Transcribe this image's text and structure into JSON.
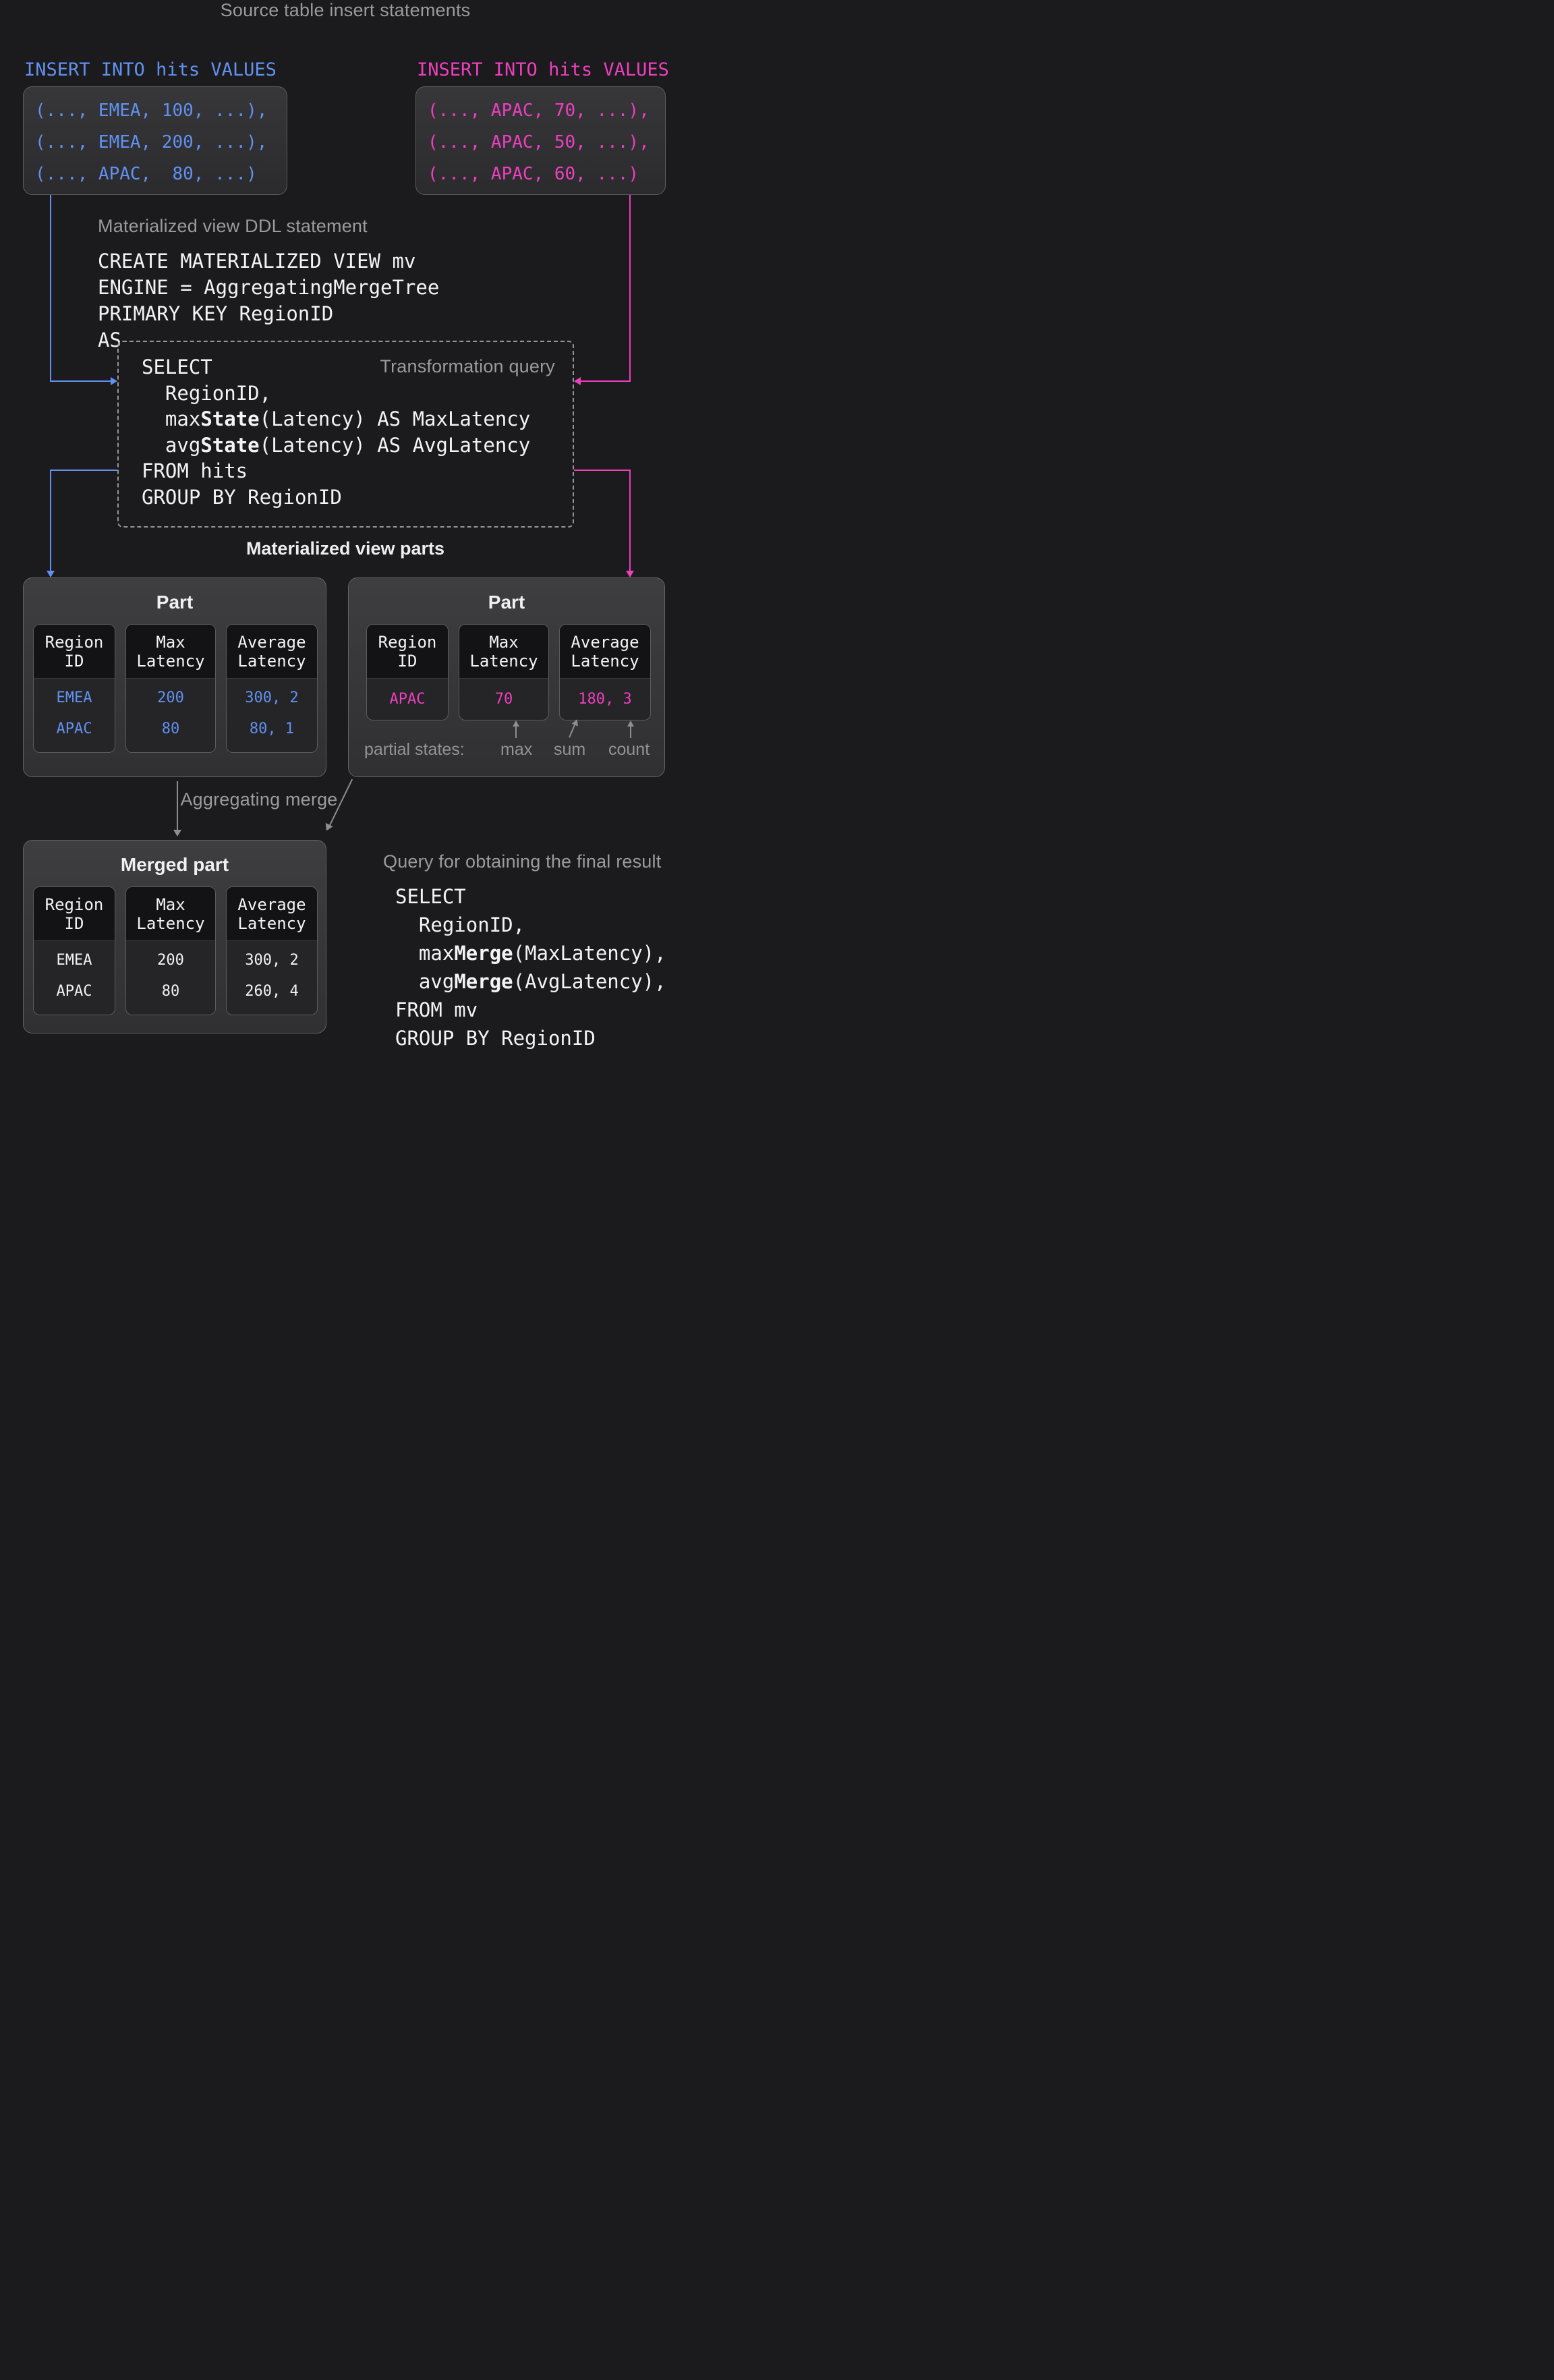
{
  "colors": {
    "page_bg": "#1b1b1d",
    "blue_accent": "#6191f0",
    "pink_accent": "#ee3fbe",
    "gray_label": "#9b9b9e",
    "code_white": "#f3f3f4"
  },
  "headings": {
    "source_inserts": "Source table insert statements",
    "ddl": "Materialized view DDL statement",
    "transformation": "Transformation query",
    "mv_parts": "Materialized view parts",
    "aggregating_merge": "Aggregating merge",
    "final_query": "Query for obtaining the final result"
  },
  "insert_left": {
    "title": "INSERT INTO hits VALUES",
    "rows": [
      "(..., EMEA, 100, ...),",
      "(..., EMEA, 200, ...),",
      "(..., APAC,  80, ...)"
    ]
  },
  "insert_right": {
    "title": "INSERT INTO hits VALUES",
    "rows": [
      "(..., APAC, 70, ...),",
      "(..., APAC, 50, ...),",
      "(..., APAC, 60, ...)"
    ]
  },
  "ddl_code": {
    "lines": [
      {
        "pre": "CREATE MATERIALIZED VIEW mv",
        "bold": "",
        "post": ""
      },
      {
        "pre": "ENGINE = AggregatingMergeTree",
        "bold": "",
        "post": ""
      },
      {
        "pre": "PRIMARY KEY RegionID",
        "bold": "",
        "post": ""
      },
      {
        "pre": "AS",
        "bold": "",
        "post": ""
      }
    ]
  },
  "transformation_code": {
    "lines": [
      {
        "pre": "SELECT",
        "bold": "",
        "post": ""
      },
      {
        "pre": "  RegionID,",
        "bold": "",
        "post": ""
      },
      {
        "pre": "  max",
        "bold": "State",
        "post": "(Latency) AS MaxLatency"
      },
      {
        "pre": "  avg",
        "bold": "State",
        "post": "(Latency) AS AvgLatency"
      },
      {
        "pre": "FROM hits",
        "bold": "",
        "post": ""
      },
      {
        "pre": "GROUP BY RegionID",
        "bold": "",
        "post": ""
      }
    ]
  },
  "parts": {
    "left": {
      "title": "Part",
      "columns": [
        {
          "h1": "Region",
          "h2": "ID",
          "v0": "EMEA",
          "v1": "APAC"
        },
        {
          "h1": "Max",
          "h2": "Latency",
          "v0": "200",
          "v1": "80"
        },
        {
          "h1": "Average",
          "h2": "Latency",
          "v0": "300, 2",
          "v1": "80, 1"
        }
      ]
    },
    "right": {
      "title": "Part",
      "columns": [
        {
          "h1": "Region",
          "h2": "ID",
          "v0": "APAC"
        },
        {
          "h1": "Max",
          "h2": "Latency",
          "v0": "70"
        },
        {
          "h1": "Average",
          "h2": "Latency",
          "v0": "180, 3"
        }
      ],
      "partial_states": {
        "label": "partial states:",
        "a1": "max",
        "a2": "sum",
        "a3": "count"
      }
    }
  },
  "merged": {
    "title": "Merged part",
    "columns": [
      {
        "h1": "Region",
        "h2": "ID",
        "v0": "EMEA",
        "v1": "APAC"
      },
      {
        "h1": "Max",
        "h2": "Latency",
        "v0": "200",
        "v1": "80"
      },
      {
        "h1": "Average",
        "h2": "Latency",
        "v0": "300, 2",
        "v1": "260, 4"
      }
    ]
  },
  "final_code": {
    "lines": [
      {
        "pre": "SELECT",
        "bold": "",
        "post": ""
      },
      {
        "pre": "  RegionID,",
        "bold": "",
        "post": ""
      },
      {
        "pre": "  max",
        "bold": "Merge",
        "post": "(MaxLatency),"
      },
      {
        "pre": "  avg",
        "bold": "Merge",
        "post": "(AvgLatency),"
      },
      {
        "pre": "FROM mv",
        "bold": "",
        "post": ""
      },
      {
        "pre": "GROUP BY RegionID",
        "bold": "",
        "post": ""
      }
    ]
  }
}
